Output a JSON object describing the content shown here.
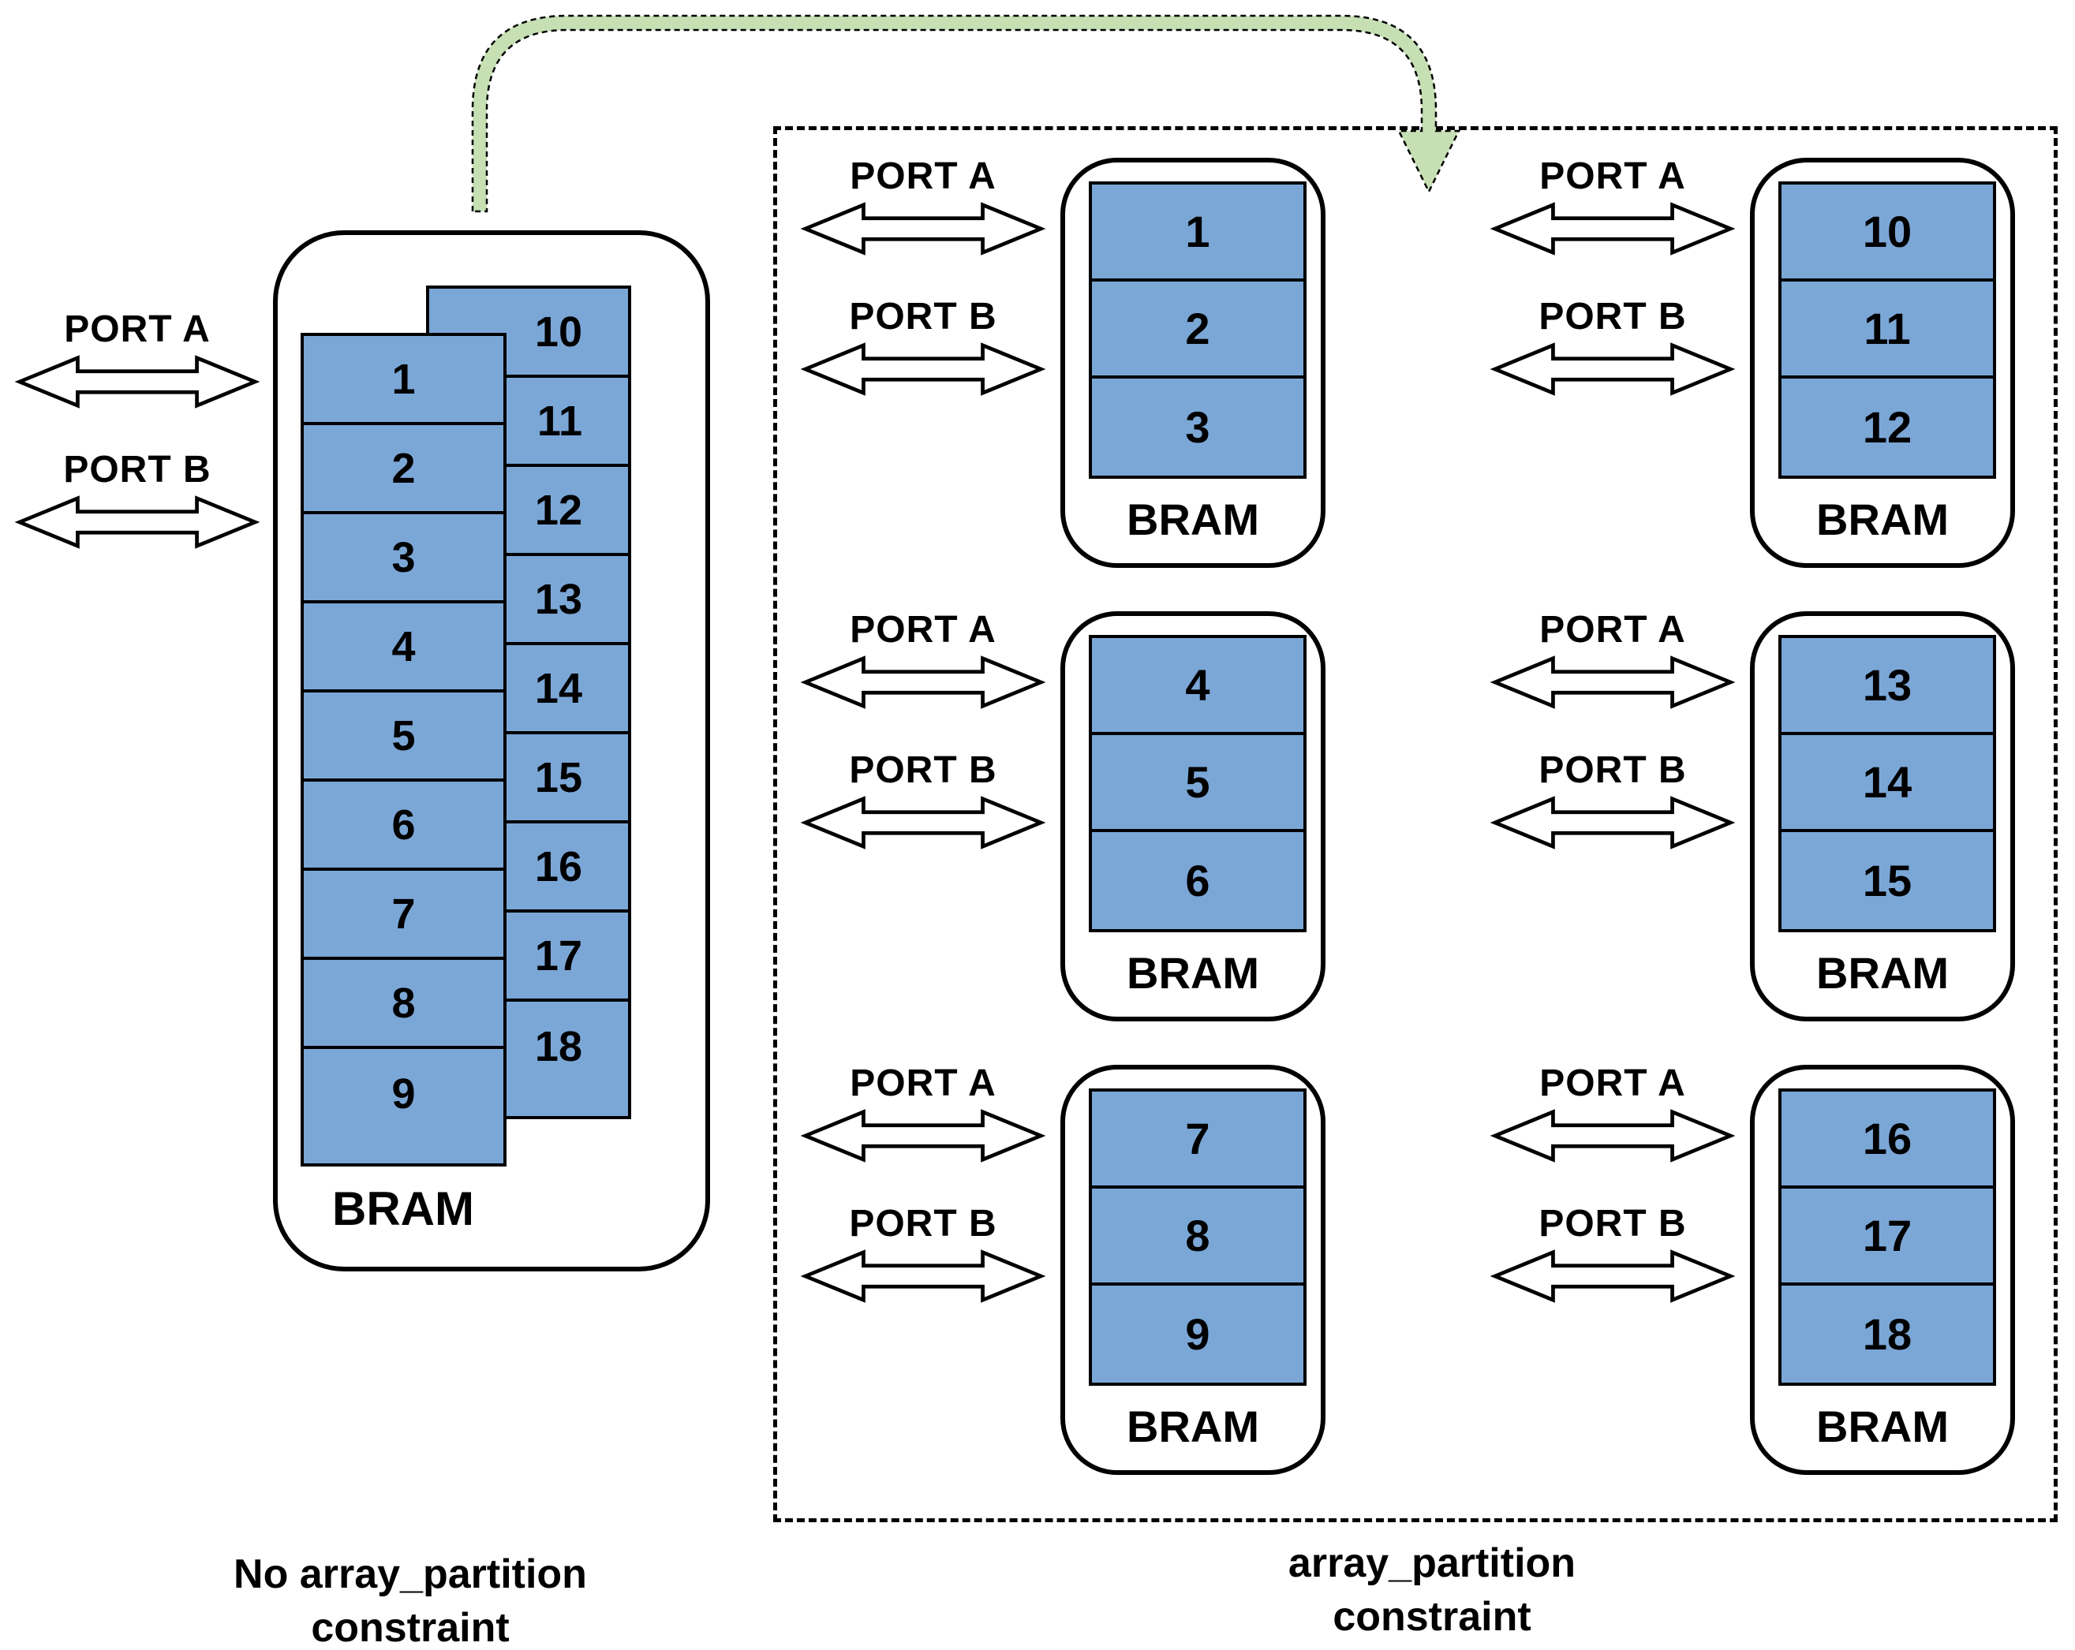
{
  "labels": {
    "port_a": "PORT A",
    "port_b": "PORT B",
    "bram": "BRAM"
  },
  "colors": {
    "cell_blue": "#7ba7d7",
    "arrow_green": "#c6e0b4",
    "line_black": "#000000"
  },
  "icons": {
    "port_arrow": "double-headed-horizontal-arrow",
    "flow_arrow": "green-dashed-curved-arrow"
  },
  "left_group": {
    "caption_line1": "No array_partition",
    "caption_line2": "constraint",
    "front_cells": [
      "1",
      "2",
      "3",
      "4",
      "5",
      "6",
      "7",
      "8",
      "9"
    ],
    "back_cells": [
      "10",
      "11",
      "12",
      "13",
      "14",
      "15",
      "16",
      "17",
      "18"
    ]
  },
  "right_group": {
    "caption_line1": "array_partition",
    "caption_line2": "constraint",
    "units": [
      {
        "cells": [
          "1",
          "2",
          "3"
        ]
      },
      {
        "cells": [
          "4",
          "5",
          "6"
        ]
      },
      {
        "cells": [
          "7",
          "8",
          "9"
        ]
      },
      {
        "cells": [
          "10",
          "11",
          "12"
        ]
      },
      {
        "cells": [
          "13",
          "14",
          "15"
        ]
      },
      {
        "cells": [
          "16",
          "17",
          "18"
        ]
      }
    ]
  }
}
